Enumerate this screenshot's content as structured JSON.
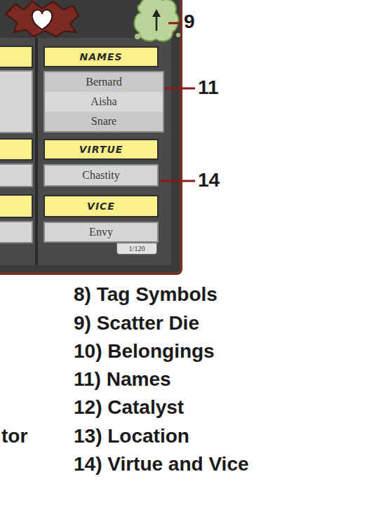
{
  "diagram": {
    "nodes": [
      {
        "text": [
          "NAMES"
        ]
      },
      {
        "text": [
          "Bernard",
          "Aisha",
          "Snare"
        ]
      },
      {
        "text": [
          "VIRTUE"
        ]
      },
      {
        "text": [
          "Chastity"
        ]
      },
      {
        "text": [
          "VICE"
        ]
      },
      {
        "text": [
          "Envy"
        ]
      },
      {
        "text": [
          "1/120"
        ]
      }
    ],
    "edges": [],
    "labels": [
      "9",
      "11",
      "14",
      "8) Tag Symbols",
      "9) Scatter Die",
      "10) Belongings",
      "11) Names",
      "12) Catalyst",
      "tor",
      "13) Location",
      "14) Virtue and Vice"
    ]
  }
}
